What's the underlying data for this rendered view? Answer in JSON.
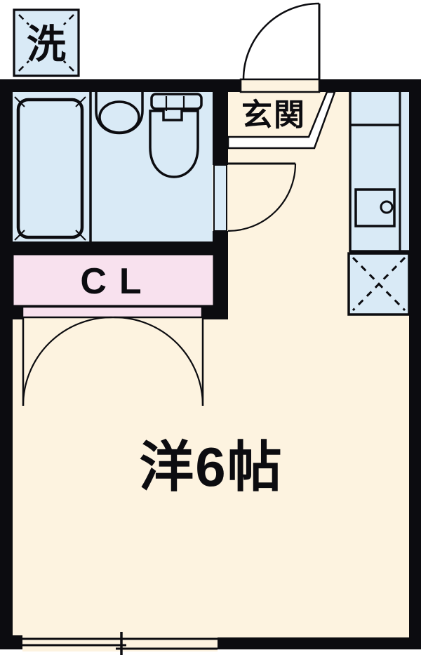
{
  "plan": {
    "kind": "apartment floor plan"
  },
  "labels": {
    "washer": "洗",
    "entrance": "玄関",
    "closet": "CL",
    "room": "洋6帖"
  },
  "colors": {
    "wall": "#0c0c10",
    "water": "#d9eaf6",
    "floor": "#fdf3e0",
    "closet": "#f8e1ee",
    "band": "#ffffff",
    "page": "#ffffff"
  },
  "fixtures": [
    "washing-machine-space",
    "bathtub",
    "washbasin",
    "toilet",
    "entrance-step",
    "entrance-door",
    "bathroom-door",
    "closet-double-doors",
    "kitchen-counter",
    "kitchen-sink",
    "refrigerator-space",
    "sliding-window"
  ]
}
